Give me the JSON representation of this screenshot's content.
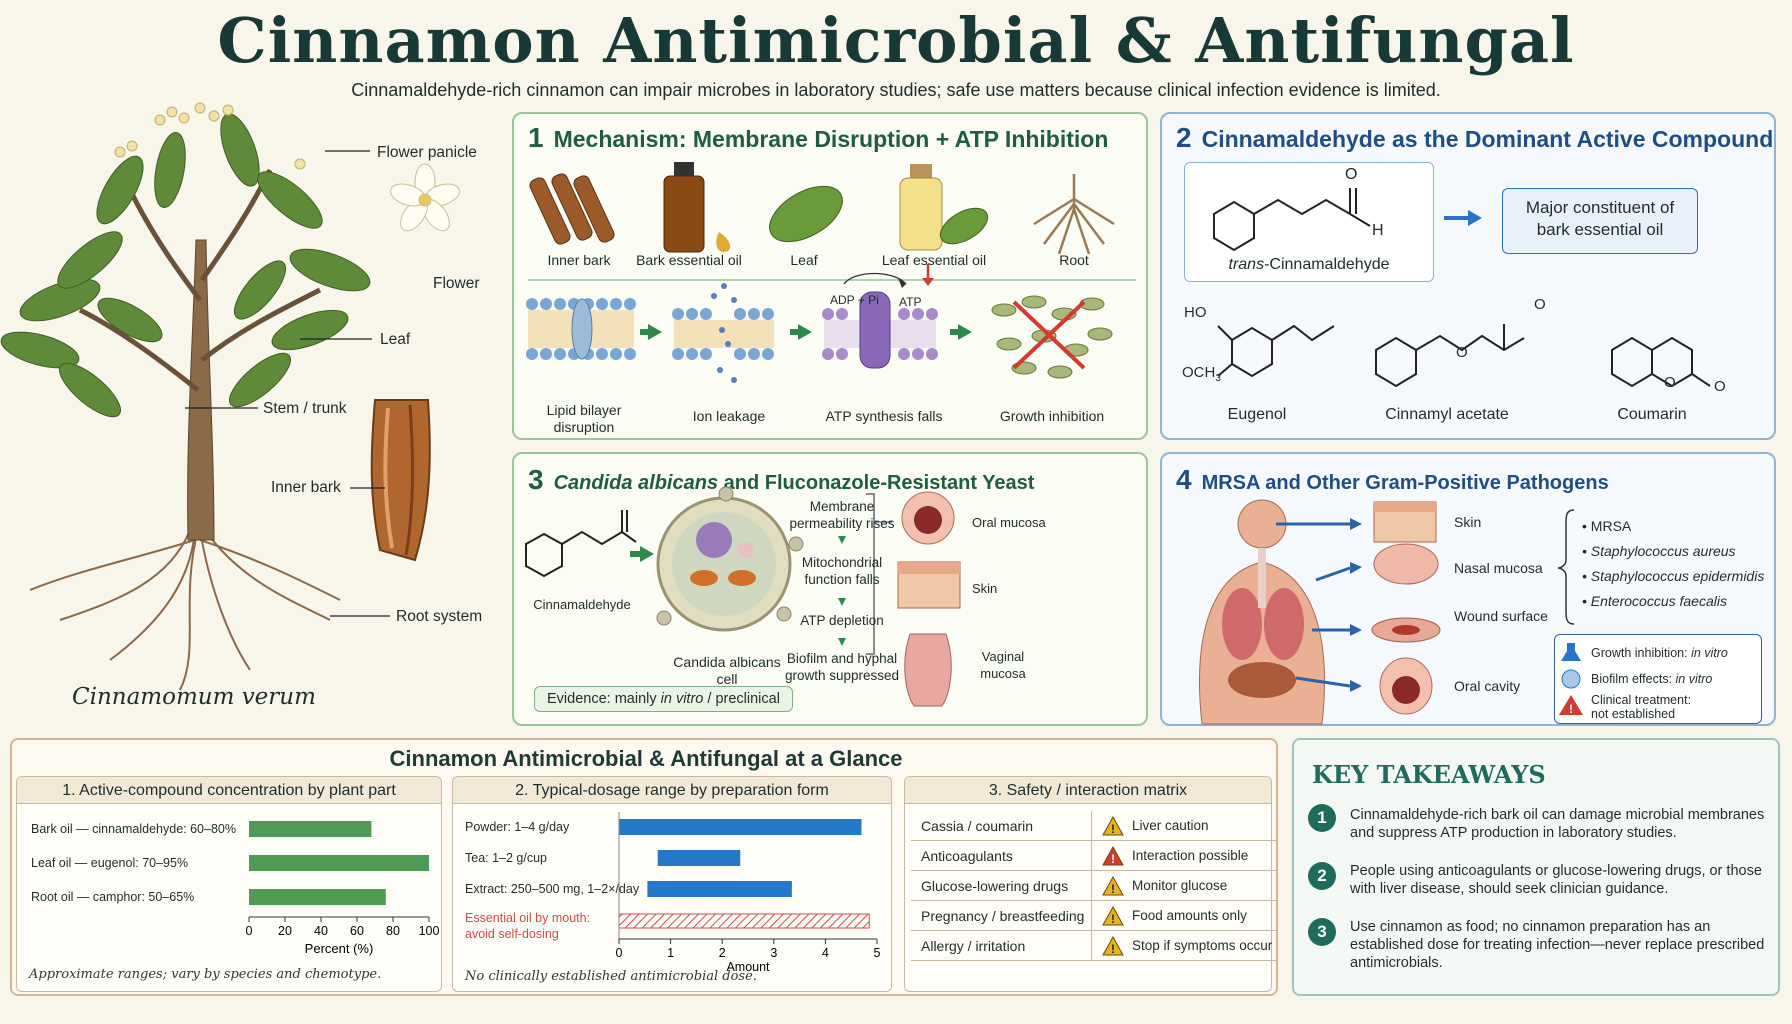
{
  "title": "Cinnamon Antimicrobial & Antifungal",
  "subtitle": "Cinnamaldehyde-rich cinnamon can impair microbes in laboratory studies; safe use matters because clinical infection evidence is limited.",
  "plant": {
    "labels": [
      "Flower panicle",
      "Flower",
      "Leaf",
      "Stem / trunk",
      "Inner bark",
      "Root system"
    ],
    "species": "Cinnamomum verum"
  },
  "panel1": {
    "num": "1",
    "title": "Mechanism: Membrane Disruption + ATP Inhibition",
    "parts": [
      "Inner bark",
      "Bark essential oil",
      "Leaf",
      "Leaf essential oil",
      "Root"
    ],
    "steps": [
      "Lipid bilayer disruption",
      "Ion leakage",
      "ATP synthesis falls",
      "Growth inhibition"
    ],
    "adp": "ADP + Pi",
    "atp": "ATP"
  },
  "panel2": {
    "num": "2",
    "title": "Cinnamaldehyde as the Dominant Active Compound",
    "main_prefix": "trans",
    "main_rest": "-Cinnamaldehyde",
    "constituent": "Major constituent of bark essential oil",
    "others": [
      "Eugenol",
      "Cinnamyl acetate",
      "Coumarin"
    ],
    "atoms": {
      "o": "O",
      "h": "H",
      "ho": "HO",
      "och": "OCH",
      "three": "3"
    }
  },
  "panel3": {
    "num": "3",
    "title_italic": "Candida albicans",
    "title_rest": " and Fluconazole-Resistant Yeast",
    "compound": "Cinnamaldehyde",
    "cell": "Candida albicans cell",
    "chain": [
      "Membrane permeability rises",
      "Mitochondrial function falls",
      "ATP depletion",
      "Biofilm and hyphal growth suppressed"
    ],
    "sites": [
      "Oral mucosa",
      "Skin",
      "Vaginal mucosa"
    ],
    "evidence_a": "Evidence: mainly ",
    "evidence_b": "in vitro",
    "evidence_c": " / preclinical"
  },
  "panel4": {
    "num": "4",
    "title": "MRSA and Other Gram-Positive Pathogens",
    "sites": [
      "Skin",
      "Nasal mucosa",
      "Wound surface",
      "Oral cavity"
    ],
    "pathogens": [
      "MRSA",
      "Staphylococcus aureus",
      "Staphylococcus epidermidis",
      "Enterococcus faecalis"
    ],
    "legend": [
      {
        "a": "Growth inhibition: ",
        "b": "in vitro"
      },
      {
        "a": "Biofilm effects: ",
        "b": "in vitro"
      },
      {
        "a": "Clinical treatment: not established",
        "b": ""
      }
    ]
  },
  "bottom": {
    "title": "Cinnamon Antimicrobial & Antifungal at a Glance",
    "note1": "Approximate ranges; vary by species and chemotype.",
    "note2": "No clinically established antimicrobial dose."
  },
  "chart_data": [
    {
      "type": "bar",
      "title": "1. Active-compound concentration by plant part",
      "categories": [
        "Bark oil — cinnamaldehyde: 60–80%",
        "Leaf oil — eugenol: 70–95%",
        "Root oil — camphor: 50–65%"
      ],
      "ranges": [
        [
          60,
          80
        ],
        [
          70,
          95
        ],
        [
          50,
          65
        ]
      ],
      "values": [
        68,
        100,
        76
      ],
      "xlabel": "Percent (%)",
      "xlim": [
        0,
        100
      ],
      "xticks": [
        0,
        20,
        40,
        60,
        80,
        100
      ],
      "color": "#4f9a55"
    },
    {
      "type": "bar",
      "title": "2. Typical-dosage range by preparation form",
      "categories": [
        "Powder: 1–4 g/day",
        "Tea: 1–2 g/cup",
        "Extract: 250–500 mg, 1–2×/day",
        "Essential oil by mouth: avoid self-dosing"
      ],
      "ranges": [
        [
          0,
          4.7
        ],
        [
          0.75,
          2.35
        ],
        [
          0.55,
          3.35
        ],
        [
          0,
          4.85
        ]
      ],
      "xlabel": "Amount",
      "xlim": [
        0,
        5
      ],
      "xticks": [
        0,
        1,
        2,
        3,
        4,
        5
      ],
      "color": "#2678c8",
      "warn_color": "#d24a4a"
    }
  ],
  "matrix": {
    "title": "3. Safety / interaction matrix",
    "rows": [
      {
        "item": "Cassia / coumarin",
        "flag": "Liver caution",
        "level": "caution"
      },
      {
        "item": "Anticoagulants",
        "flag": "Interaction possible",
        "level": "danger"
      },
      {
        "item": "Glucose-lowering drugs",
        "flag": "Monitor glucose",
        "level": "caution"
      },
      {
        "item": "Pregnancy / breastfeeding",
        "flag": "Food amounts only",
        "level": "caution"
      },
      {
        "item": "Allergy / irritation",
        "flag": "Stop if symptoms occur",
        "level": "caution"
      }
    ]
  },
  "takeaways": {
    "title": "KEY TAKEAWAYS",
    "items": [
      "Cinnamaldehyde-rich bark oil can damage microbial membranes and suppress ATP production in laboratory studies.",
      "People using anticoagulants or glucose-lowering drugs, or those with liver disease, should seek clinician guidance.",
      "Use cinnamon as food; no cinnamon preparation has an established dose for treating infection—never replace prescribed antimicrobials."
    ],
    "nums": [
      "1",
      "2",
      "3"
    ]
  },
  "colors": {
    "green": "#2f8a4a",
    "blue": "#1d4f86",
    "teal": "#1f6b5e",
    "warn": "#e7b320",
    "danger": "#d23b2f"
  }
}
